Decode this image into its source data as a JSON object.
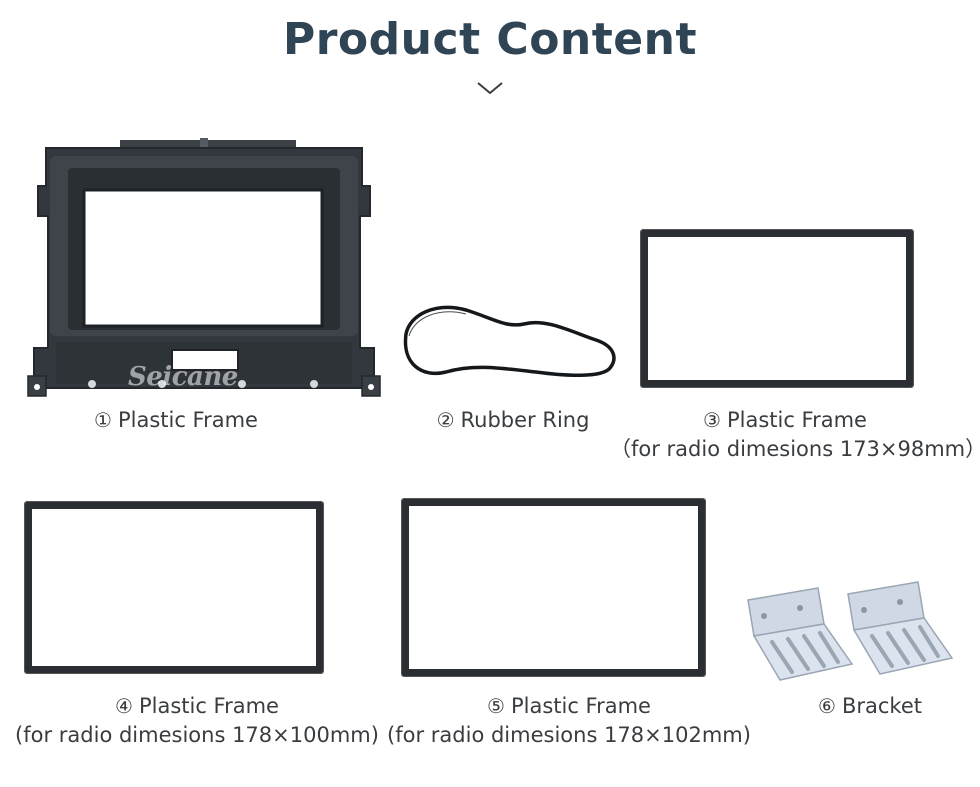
{
  "page": {
    "title": "Product Content",
    "chevron_icon": "chevron-down-icon",
    "accent_color": "#2f4454"
  },
  "items": [
    {
      "num": "①",
      "label": "Plastic Frame",
      "note": "",
      "watermark": "Seicane"
    },
    {
      "num": "②",
      "label": "Rubber Ring",
      "note": ""
    },
    {
      "num": "③",
      "label": "Plastic Frame",
      "note": "（for radio dimesions 173×98mm）"
    },
    {
      "num": "④",
      "label": "Plastic Frame",
      "note": "(for radio dimesions 178×100mm)"
    },
    {
      "num": "⑤",
      "label": "Plastic Frame",
      "note": "(for radio dimesions 178×102mm)"
    },
    {
      "num": "⑥",
      "label": "Bracket",
      "note": ""
    }
  ]
}
